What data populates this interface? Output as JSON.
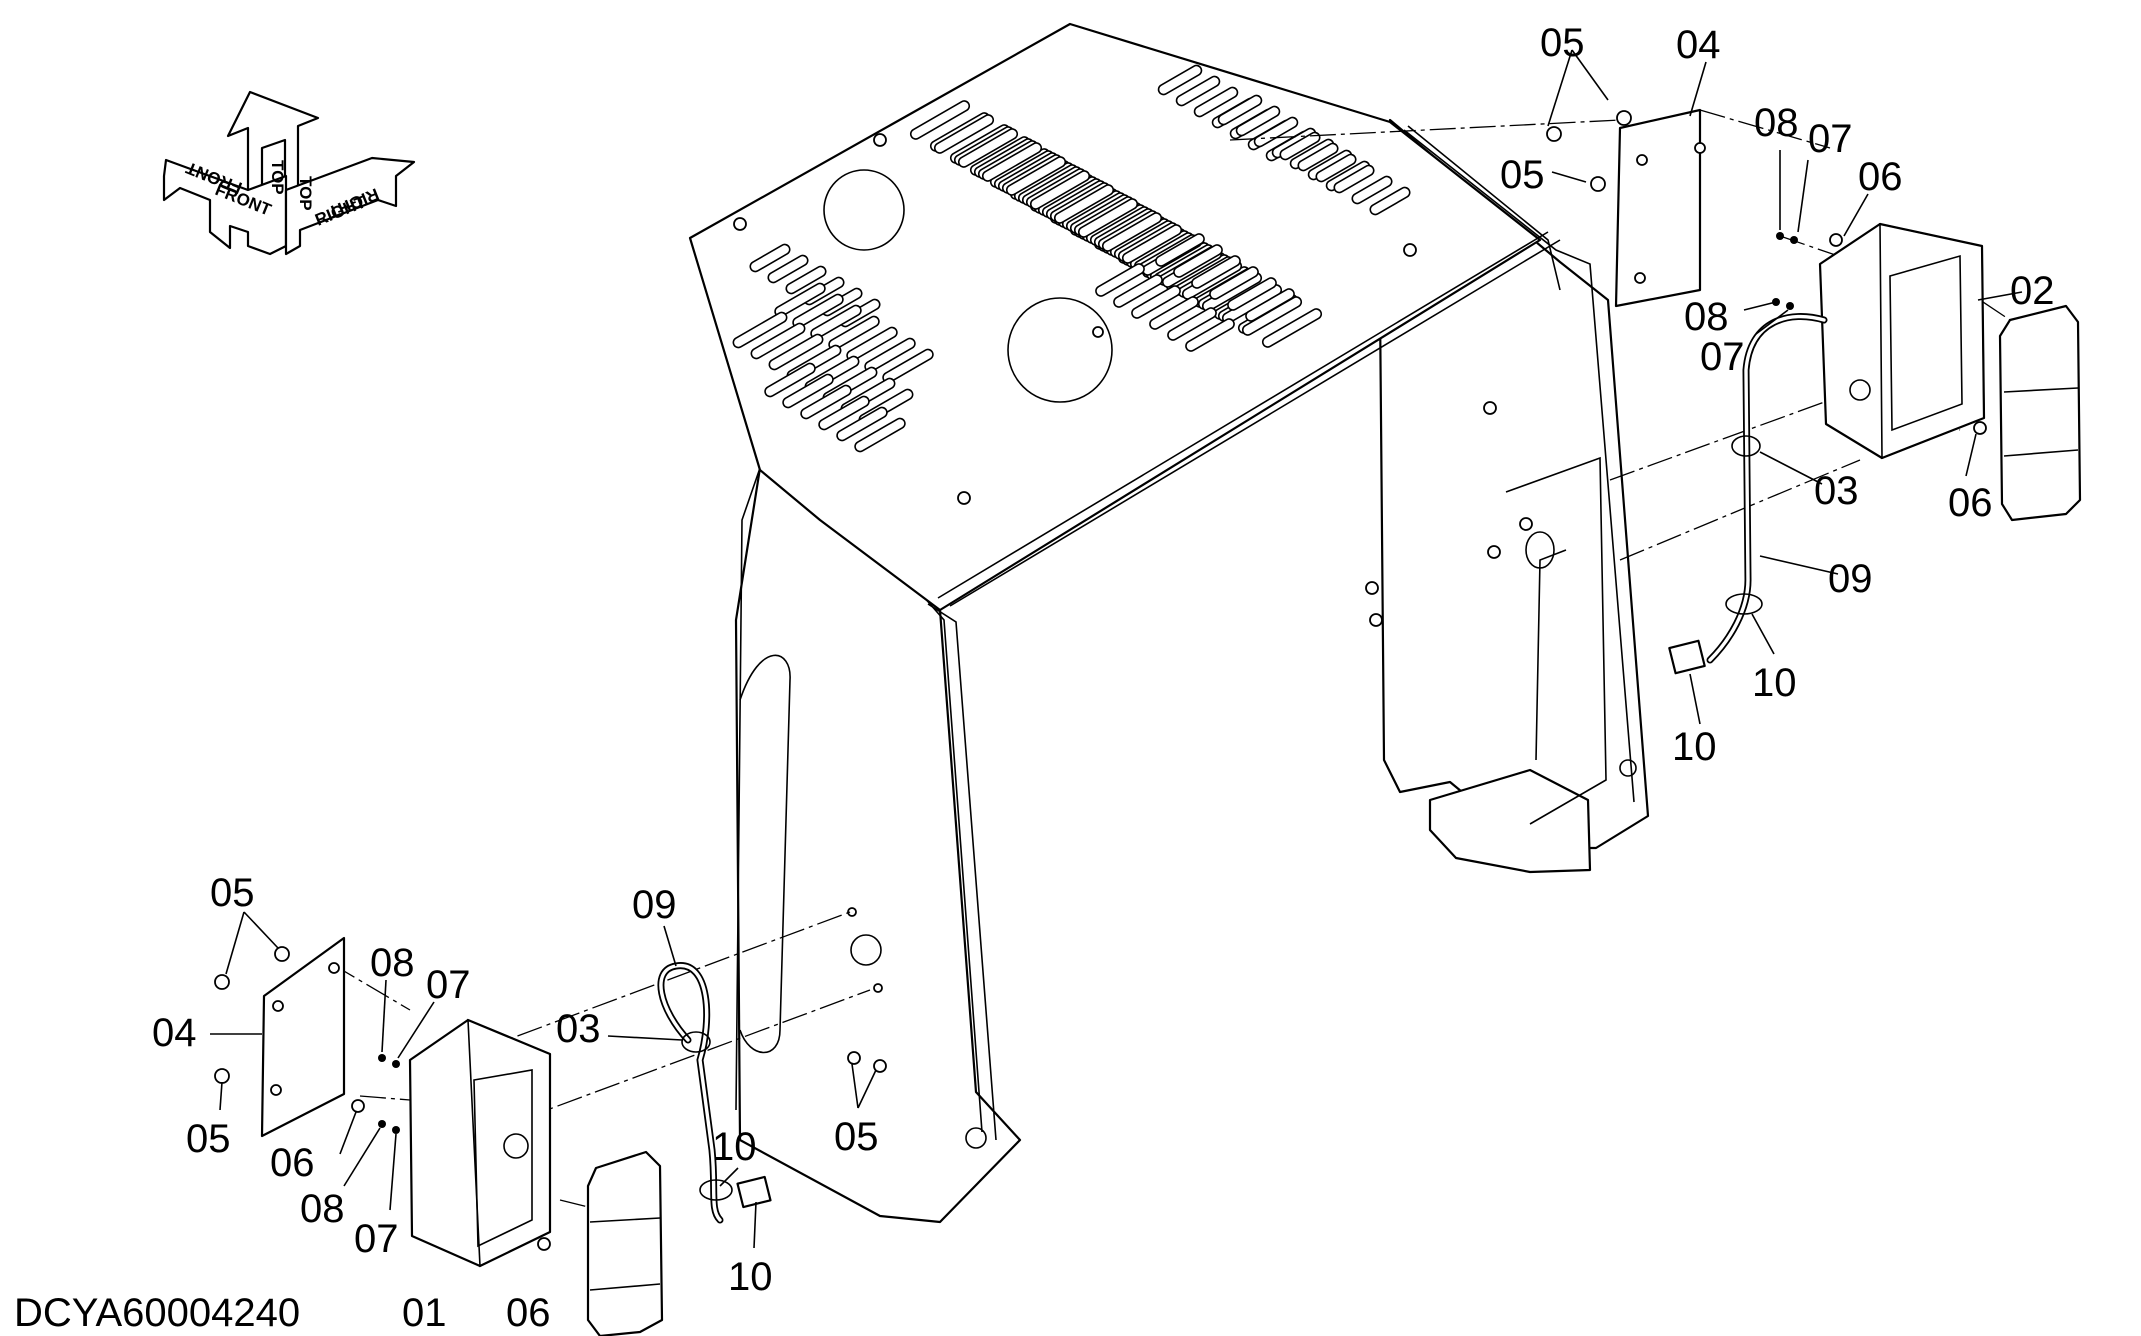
{
  "document_id": "DCYA60004240",
  "orientation_arrows": {
    "front": "FRONT",
    "top": "TOP",
    "right": "RIGHT"
  },
  "callouts": [
    {
      "id": "c01",
      "label": "01"
    },
    {
      "id": "c02",
      "label": "02"
    },
    {
      "id": "c03a",
      "label": "03"
    },
    {
      "id": "c03b",
      "label": "03"
    },
    {
      "id": "c04a",
      "label": "04"
    },
    {
      "id": "c04b",
      "label": "04"
    },
    {
      "id": "c05a",
      "label": "05"
    },
    {
      "id": "c05b",
      "label": "05"
    },
    {
      "id": "c05c",
      "label": "05"
    },
    {
      "id": "c05d",
      "label": "05"
    },
    {
      "id": "c05e",
      "label": "05"
    },
    {
      "id": "c06a",
      "label": "06"
    },
    {
      "id": "c06b",
      "label": "06"
    },
    {
      "id": "c06c",
      "label": "06"
    },
    {
      "id": "c06d",
      "label": "06"
    },
    {
      "id": "c07a",
      "label": "07"
    },
    {
      "id": "c07b",
      "label": "07"
    },
    {
      "id": "c07c",
      "label": "07"
    },
    {
      "id": "c07d",
      "label": "07"
    },
    {
      "id": "c08a",
      "label": "08"
    },
    {
      "id": "c08b",
      "label": "08"
    },
    {
      "id": "c08c",
      "label": "08"
    },
    {
      "id": "c08d",
      "label": "08"
    },
    {
      "id": "c09a",
      "label": "09"
    },
    {
      "id": "c09b",
      "label": "09"
    },
    {
      "id": "c10a",
      "label": "10"
    },
    {
      "id": "c10b",
      "label": "10"
    },
    {
      "id": "c10c",
      "label": "10"
    },
    {
      "id": "c10d",
      "label": "10"
    }
  ]
}
